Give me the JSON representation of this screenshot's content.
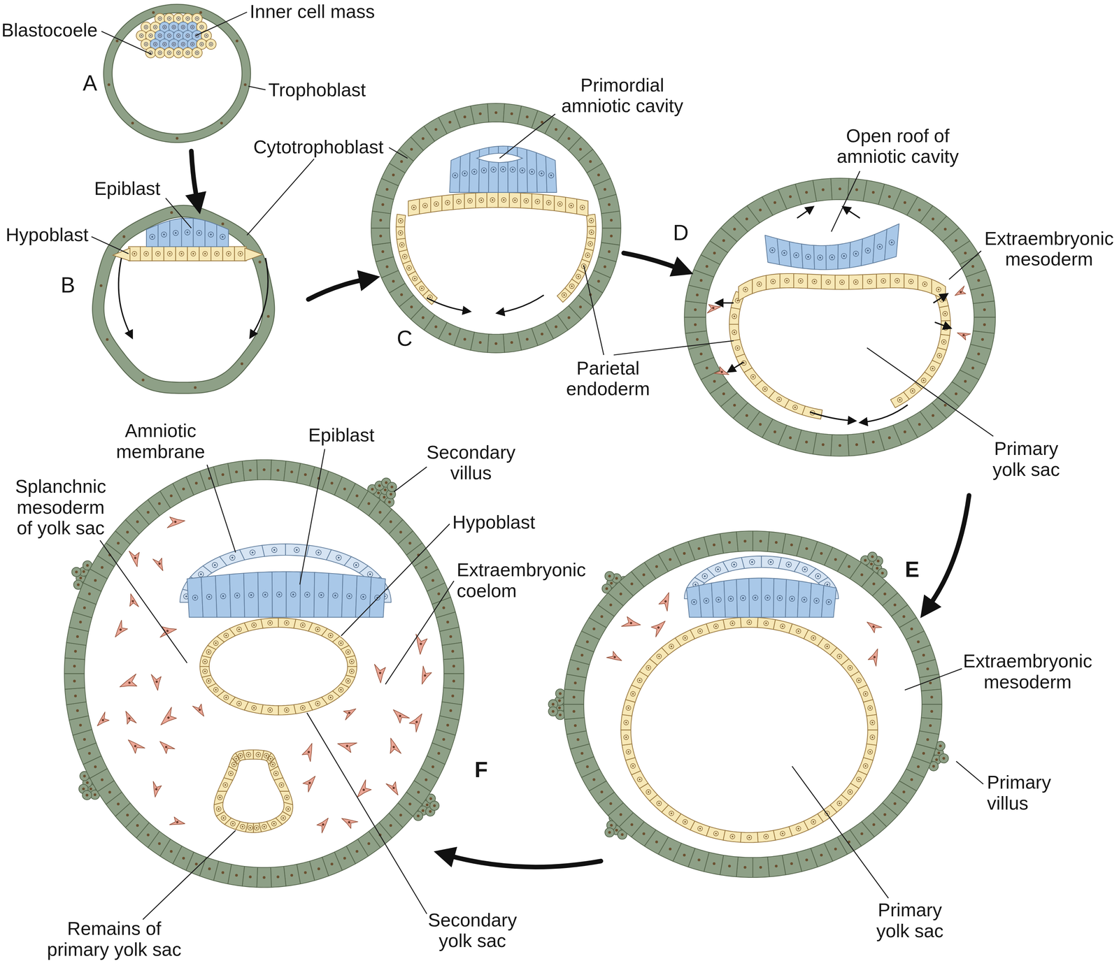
{
  "diagram": {
    "labels": [
      "Blastocoele",
      "Inner cell mass",
      "A",
      "Trophoblast",
      "Cytotrophoblast",
      "Epiblast",
      "Hypoblast",
      "B",
      "Primordial amniotic cavity",
      "C",
      "Parietal endoderm",
      "Open roof of amniotic cavity",
      "D",
      "Extraembryonic mesoderm",
      "Primary yolk sac",
      "Amniotic membrane",
      "Epiblast",
      "Secondary villus",
      "Splanchnic mesoderm of yolk sac",
      "Hypoblast",
      "Extraembryonic coelom",
      "E",
      "Extraembryonic mesoderm",
      "F",
      "Primary villus",
      "Remains of primary yolk sac",
      "Secondary yolk sac",
      "Primary yolk sac"
    ]
  }
}
